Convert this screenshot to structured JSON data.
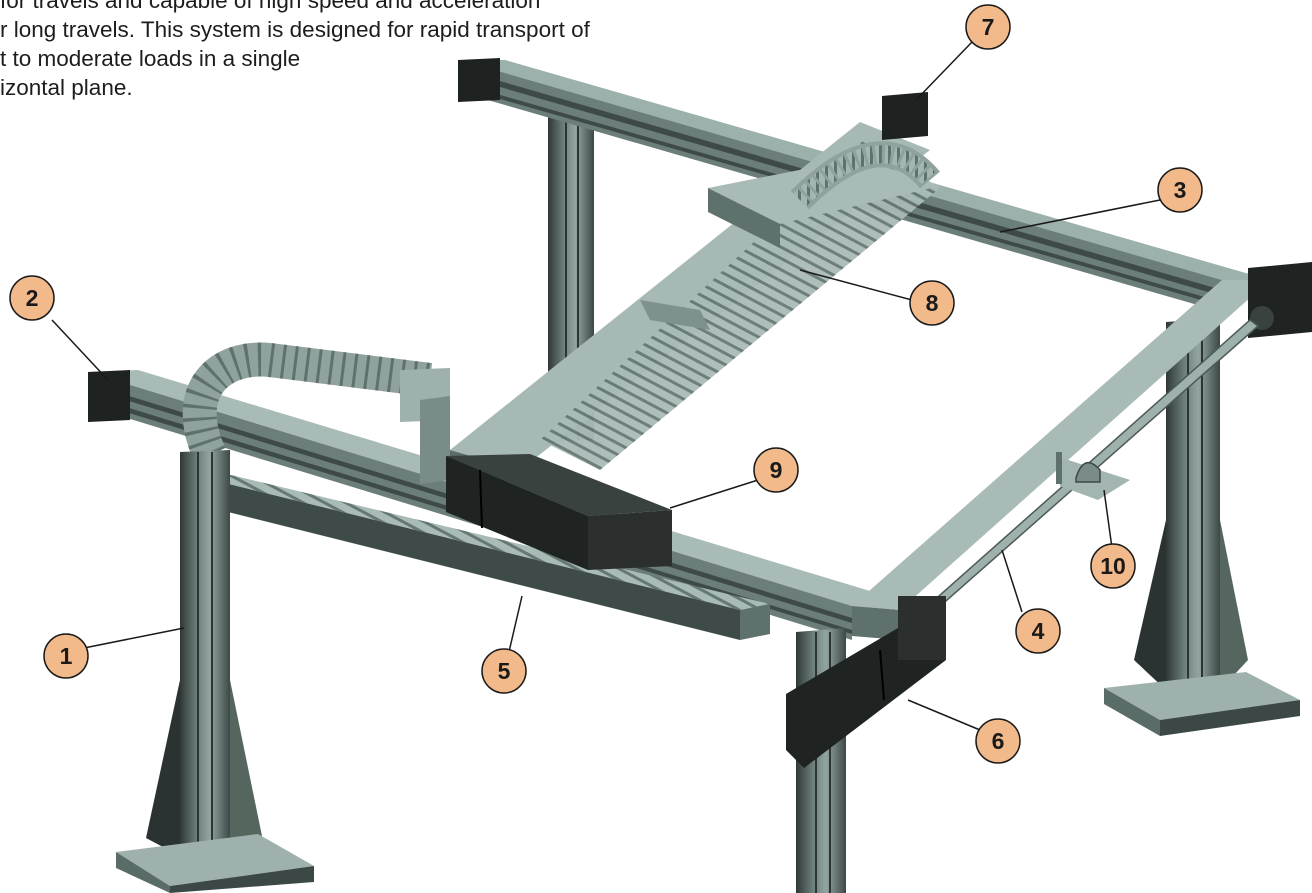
{
  "description_lines": [
    "for travels and capable of high speed and acceleration",
    "r long travels. This system is designed for rapid transport of",
    "t to moderate loads in a single",
    "izontal plane."
  ],
  "callouts": [
    {
      "id": "1",
      "label": "1"
    },
    {
      "id": "2",
      "label": "2"
    },
    {
      "id": "3",
      "label": "3"
    },
    {
      "id": "4",
      "label": "4"
    },
    {
      "id": "5",
      "label": "5"
    },
    {
      "id": "6",
      "label": "6"
    },
    {
      "id": "7",
      "label": "7"
    },
    {
      "id": "8",
      "label": "8"
    },
    {
      "id": "9",
      "label": "9"
    },
    {
      "id": "10",
      "label": "10"
    }
  ],
  "colors": {
    "callout_fill": "#f2b98a",
    "callout_stroke": "#1a1a1a",
    "profile_light": "#9fb1ad",
    "profile_mid": "#7c8f8b",
    "profile_dark": "#3c4846",
    "motor": "#1f2322"
  }
}
